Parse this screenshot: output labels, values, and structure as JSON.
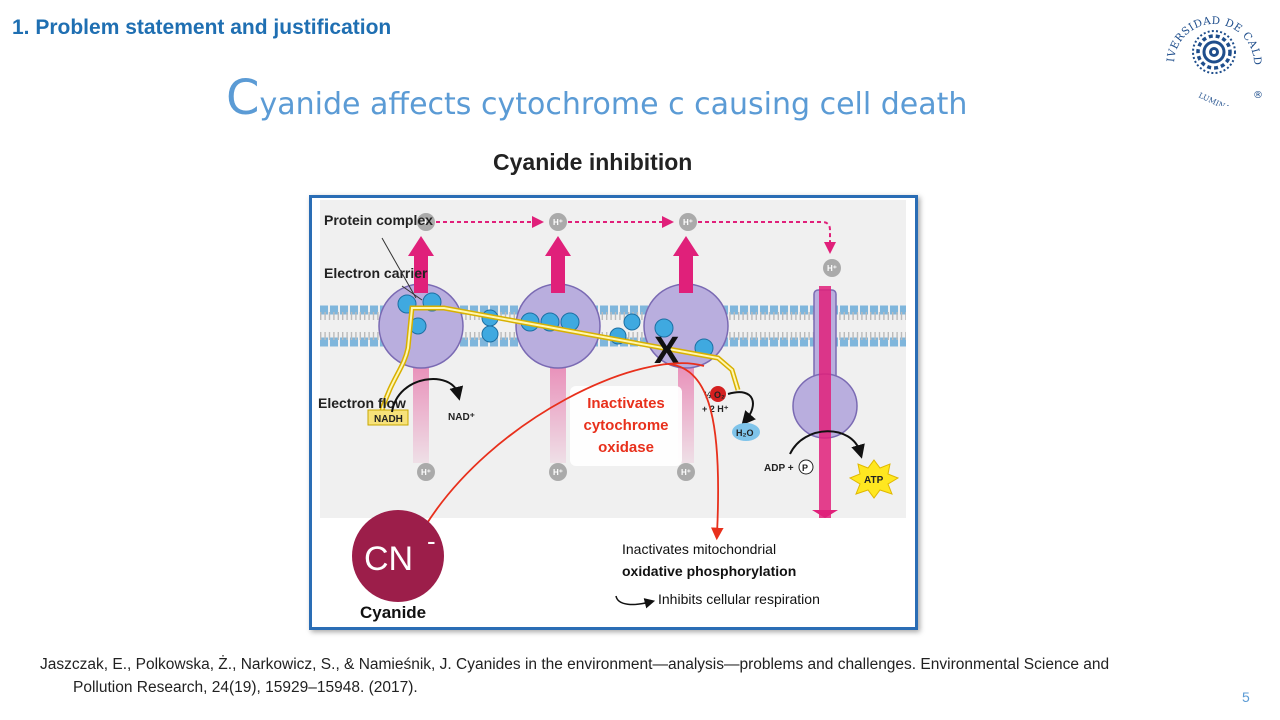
{
  "slide": {
    "section": "1. Problem statement and justification",
    "title_initial": "C",
    "title_rest": "yanide affects cytochrome c causing cell death",
    "subtitle": "Cyanide inhibition",
    "reference_line1": "Jaszczak, E., Polkowska, Ż., Narkowicz, S., & Namieśnik, J. Cyanides in the environment—analysis—problems and challenges. Environmental Science and",
    "reference_line2": "Pollution Research, 24(19), 15929–15948. (2017).",
    "page_number": "5"
  },
  "logo": {
    "ring_text": "UNIVERSIDAD DE CALDAS",
    "motto": "LUMINA SPARGO",
    "registered": "®"
  },
  "diagram": {
    "protein_complex": "Protein complex",
    "electron_carrier": "Electron carrier",
    "electron_flow": "Electron flow",
    "proton": "H⁺",
    "nadh": "NADH",
    "nad": "NAD⁺",
    "inhibition_mark": "X",
    "inactivates_line1": "Inactivates",
    "inactivates_line2": "cytochrome",
    "inactivates_line3": "oxidase",
    "oxygen": "½ O₂",
    "two_h": "+ 2 H⁺",
    "water": "H₂O",
    "adp": "ADP +",
    "phosphate": "P",
    "atp": "ATP",
    "cn_symbol": "CN",
    "cn_charge": "-",
    "cyanide_label": "Cyanide",
    "effect_line1": "Inactivates mitochondrial",
    "effect_line2": "oxidative phosphorylation",
    "effect_line3": "Inhibits cellular respiration"
  },
  "colors": {
    "title_blue": "#5b9bd5",
    "section_blue": "#1f6fb2",
    "frame_border": "#2a6db5",
    "protein_purple": "#b9aede",
    "carrier_blue": "#3fa9e0",
    "proton_arrow": "#e0207a",
    "cn_circle": "#9c1e4a",
    "inhibit_red": "#e8301c"
  }
}
